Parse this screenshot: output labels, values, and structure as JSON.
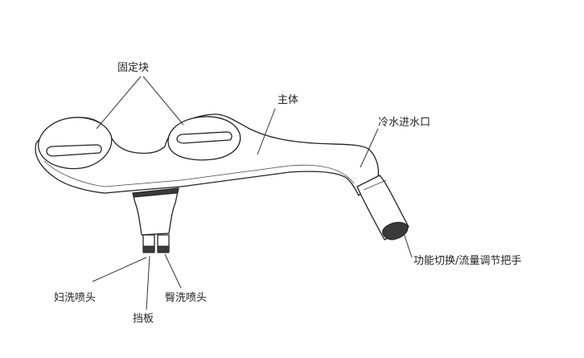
{
  "labels": {
    "fixing_block": "固定块",
    "main_body": "主体",
    "cold_water_inlet": "冷水进水口",
    "function_knob": "功能切换/流量调节把手",
    "women_nozzle": "妇洗喷头",
    "baffle": "挡板",
    "rear_nozzle": "臀洗喷头"
  }
}
